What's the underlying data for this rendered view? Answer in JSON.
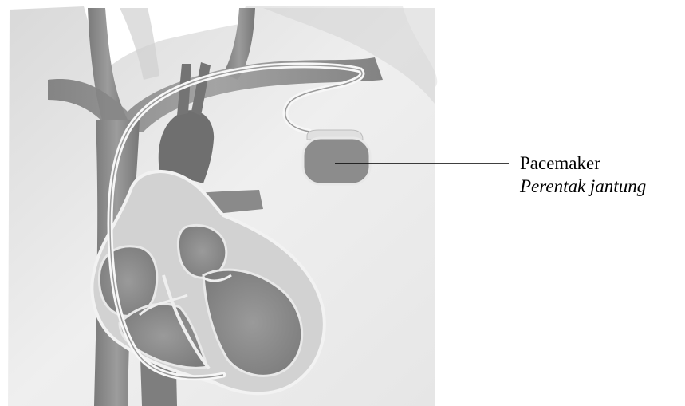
{
  "diagram": {
    "labels": [
      {
        "id": "pacemaker",
        "text": "Pacemaker",
        "translation": "Perentak jantung"
      }
    ]
  },
  "colors": {
    "skin": "#ececec",
    "skin_shadow": "#cfcfcf",
    "vessel": "#8a8a8a",
    "vessel_dark": "#6f6f6f",
    "heart_chamber": "#8e8e8e",
    "heart_wall": "#d4d4d4",
    "lead_wire": "#f5f5f5",
    "device_body": "#8f8f8f",
    "label_text": "#000000",
    "leader_line": "#000000"
  }
}
